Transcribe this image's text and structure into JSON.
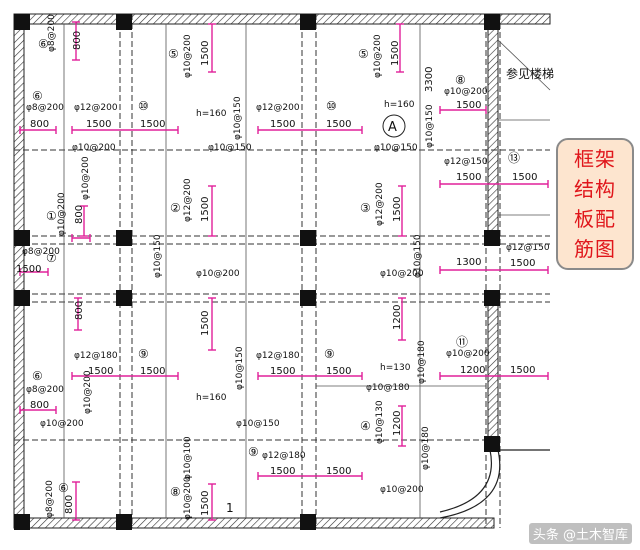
{
  "callout": {
    "text": "框架\n结构\n板配\n筋图"
  },
  "watermark": "头条 @土木智库",
  "stair_note": "参见楼梯",
  "colors": {
    "rebar": "#e0209a",
    "frame": "#222222",
    "callout_bg": "#fde5cf",
    "callout_text": "#e0161b"
  },
  "rebar_labels": {
    "r1a": "⑥",
    "r1b": "φ8@200",
    "r1c": "800",
    "r2a": "⑤",
    "r2b": "φ10@200",
    "r2c": "1500",
    "r3a": "⑤",
    "r3b": "φ10@200",
    "r3c": "1500",
    "r4a": "3300",
    "r5a": "⑧",
    "r5b": "φ10@200",
    "r5c": "1500",
    "r6a": "⑥",
    "r6b": "φ8@200",
    "r6c": "800",
    "r7a": "φ12@200",
    "r7b": "1500",
    "r7c": "⑩",
    "r7d": "1500",
    "r8a": "h=160",
    "r9a": "φ10@150",
    "r10a": "φ12@200",
    "r10b": "1500",
    "r10c": "⑩",
    "r10d": "1500",
    "r11a": "h=160",
    "r12a": "φ10@150",
    "r13a": "φ10@200",
    "r14a": "φ10@150",
    "r15a": "φ10@150",
    "r16a": "φ12@150",
    "r16b": "1500",
    "r16c": "⑬",
    "r16d": "1500",
    "r17a": "φ10@200",
    "r18a": "①",
    "r18b": "φ10@200",
    "r18c": "800",
    "r19a": "②",
    "r19b": "φ12@200",
    "r19c": "1500",
    "r20a": "③",
    "r20b": "φ12@200",
    "r20c": "1500",
    "r21a": "φ8@200",
    "r21b": "⑦",
    "r21c": "1500",
    "r22a": "φ10@150",
    "r23a": "φ10@200",
    "r24a": "φ10@200",
    "r25a": "φ10@150",
    "r26a": "1300",
    "r27a": "φ12@150",
    "r27b": "1500",
    "r28a": "800",
    "r29a": "1500",
    "r30a": "1200",
    "r31a": "φ12@180",
    "r31b": "1500",
    "r31c": "⑨",
    "r31d": "1500",
    "r32a": "φ10@150",
    "r33a": "φ12@180",
    "r33b": "1500",
    "r33c": "⑨",
    "r33d": "1500",
    "r34a": "h=130",
    "r35a": "φ10@180",
    "r36a": "⑪",
    "r36b": "φ10@200",
    "r36c": "1200",
    "r36d": "1500",
    "r37a": "⑥",
    "r37b": "φ8@200",
    "r37c": "800",
    "r38a": "φ10@200",
    "r39a": "h=160",
    "r40a": "φ10@150",
    "r41a": "φ10@180",
    "r42a": "④",
    "r42b": "φ10@130",
    "r42c": "1200",
    "r43a": "⑨",
    "r43b": "φ12@180",
    "r43c": "1500",
    "r43d": "1500",
    "r44a": "φ10@100",
    "r45a": "φ10@180",
    "r46a": "φ10@200",
    "r47a": "⑥",
    "r47b": "φ8@200",
    "r47c": "800",
    "r48a": "⑧",
    "r48b": "φ10@200",
    "r48c": "1500",
    "r49a": "1"
  }
}
